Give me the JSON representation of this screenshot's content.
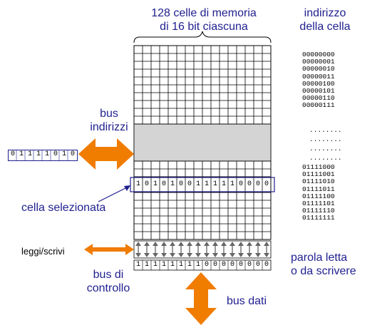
{
  "memory_title": "128 celle di memoria\ndi 16 bit ciascuna",
  "address_title": "indirizzo\ndella cella",
  "bus_indirizzi": "bus\nindirizzi",
  "address_register": [
    "0",
    "1",
    "1",
    "1",
    "1",
    "0",
    "1",
    "0"
  ],
  "cella_selezionata": "cella selezionata",
  "selected_cell_bits": [
    "1",
    "0",
    "1",
    "0",
    "1",
    "0",
    "0",
    "1",
    "1",
    "1",
    "1",
    "1",
    "0",
    "0",
    "0",
    "0"
  ],
  "data_register_bits": [
    "1",
    "1",
    "1",
    "1",
    "1",
    "1",
    "1",
    "1",
    "0",
    "0",
    "0",
    "0",
    "0",
    "0",
    "0",
    "0"
  ],
  "leggi_scrivi": "leggi/scrivi",
  "bus_controllo": "bus di\ncontrollo",
  "bus_dati": "bus dati",
  "parola": "parola letta\no da scrivere",
  "addresses_top": [
    "00000000",
    "00000001",
    "00000010",
    "00000011",
    "00000100",
    "00000101",
    "00000110",
    "00000111"
  ],
  "dots": [
    "........",
    "........",
    "........",
    "........"
  ],
  "addresses_bottom": [
    "01111000",
    "01111001",
    "01111010",
    "01111011",
    "01111100",
    "01111101",
    "01111110",
    "01111111"
  ],
  "colors": {
    "label": "#1f1f8f",
    "arrow": "#f07c00",
    "band": "#d4d4d4"
  }
}
